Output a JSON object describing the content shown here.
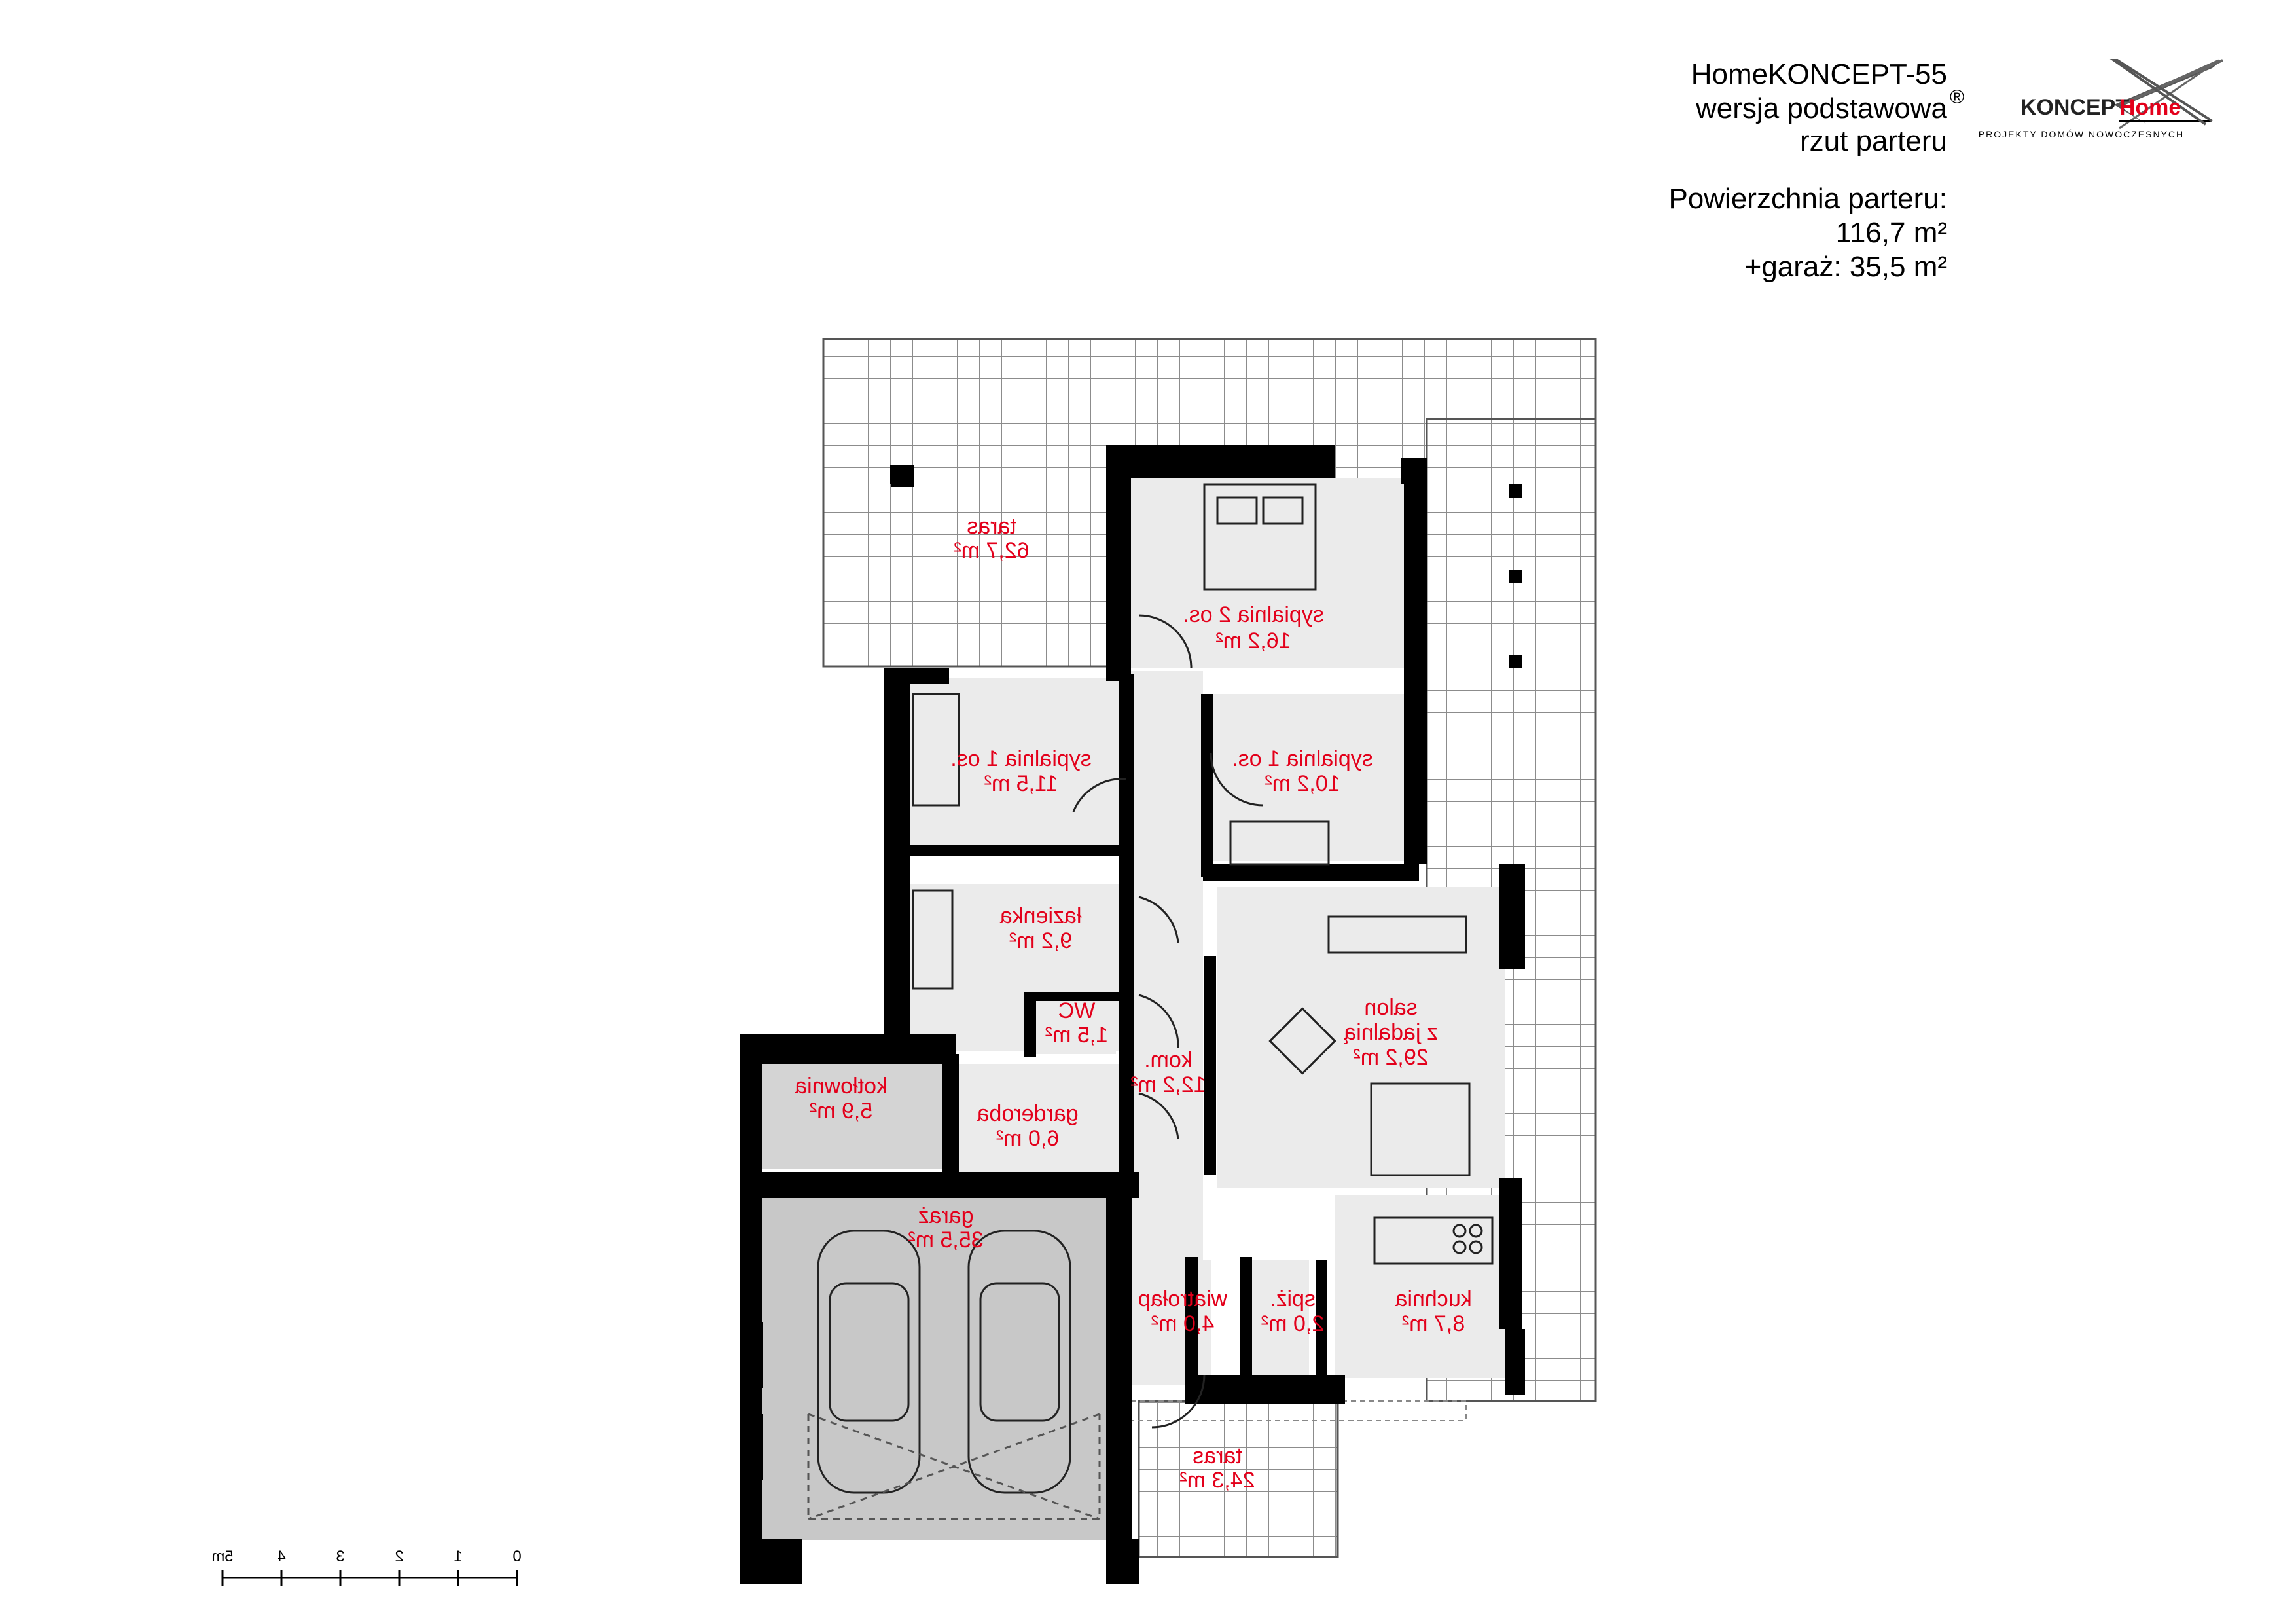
{
  "header": {
    "project_name": "HomeKONCEPT-55",
    "variant": "wersja podstawowa",
    "plan_type": "rzut parteru",
    "area_label": "Powierzchnia parteru:",
    "area_value": "116,7 m²",
    "garage_area": "+garaż: 35,5 m²"
  },
  "logo": {
    "brand_home": "Home",
    "brand_koncept": "KONCEPT",
    "registered": "®",
    "tagline": "PROJEKTY DOMÓW NOWOCZESNYCH",
    "brand_color": "#e3001b"
  },
  "rooms": [
    {
      "id": "taras-top",
      "name": "taras",
      "area": "62,7 m²"
    },
    {
      "id": "sypialnia-2os",
      "name": "sypialnia 2 os.",
      "area": "16,2 m²"
    },
    {
      "id": "sypialnia-1os-left",
      "name": "sypialnia 1 os.",
      "area": "11,5 m²"
    },
    {
      "id": "sypialnia-1os-right",
      "name": "sypialnia 1 os.",
      "area": "10,2 m²"
    },
    {
      "id": "lazienka",
      "name": "łazienka",
      "area": "9,2 m²"
    },
    {
      "id": "wc",
      "name": "WC",
      "area": "1,5 m²"
    },
    {
      "id": "kom",
      "name": "kom.",
      "area": "12,2 m²"
    },
    {
      "id": "salon",
      "name_line1": "salon",
      "name_line2": "z jadalnią",
      "area": "29,2 m²"
    },
    {
      "id": "kotlownia",
      "name": "kotłownia",
      "area": "5,9 m²"
    },
    {
      "id": "garderoba",
      "name": "garderoba",
      "area": "6,0 m²"
    },
    {
      "id": "garaz",
      "name": "garaż",
      "area": "35,5 m²"
    },
    {
      "id": "wiatrolap",
      "name": "wiatrołap",
      "area": "4,0 m²"
    },
    {
      "id": "spiz",
      "name": "spiż.",
      "area": "2,0 m²"
    },
    {
      "id": "kuchnia",
      "name": "kuchnia",
      "area": "8,7 m²"
    },
    {
      "id": "taras-bottom",
      "name": "taras",
      "area": "24,3 m²"
    }
  ],
  "scale_bar": {
    "ticks": [
      "0",
      "1",
      "2",
      "3",
      "4",
      "5m"
    ]
  },
  "colors": {
    "wall": "#000000",
    "room_fill": "#ebebeb",
    "garage_fill": "#c8c8c8",
    "label": "#e3001b",
    "grid": "#9a9a9a"
  }
}
